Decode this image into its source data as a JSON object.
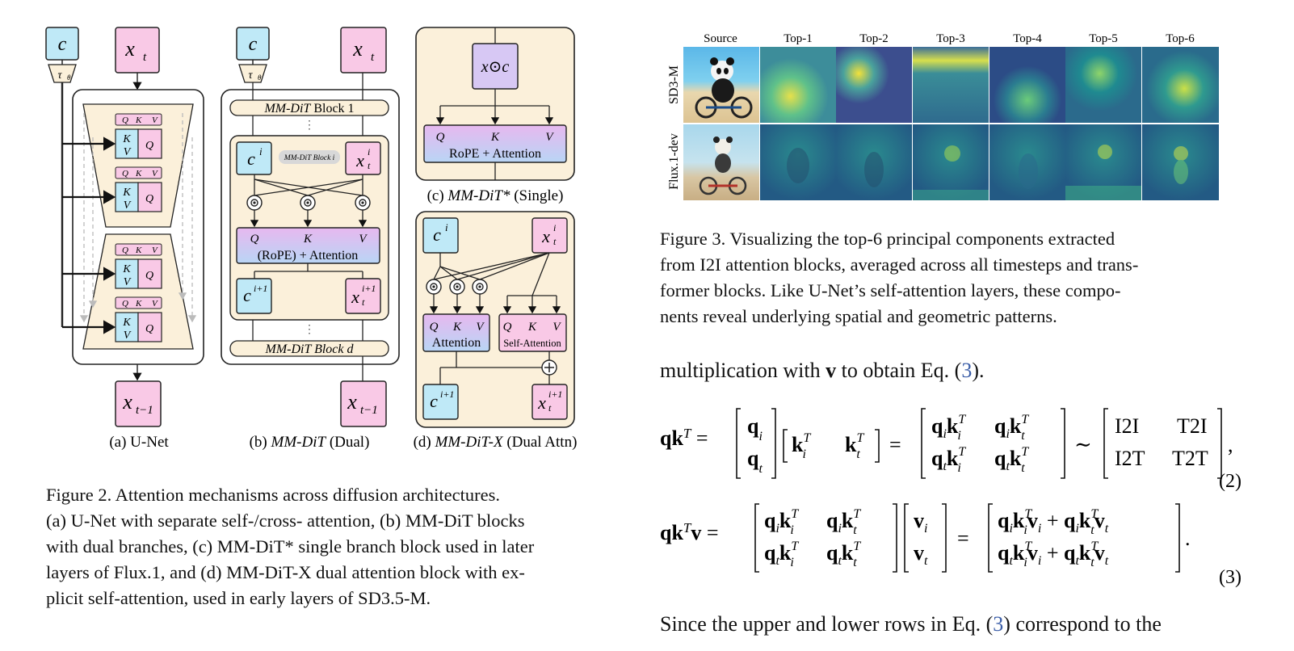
{
  "fig2": {
    "panel_a": {
      "cond": "c",
      "tau": "τ",
      "tau_sub": "θ",
      "xt": "x",
      "xt_sub": "t",
      "xt1_sub": "t−1",
      "qkv": [
        "Q",
        "K",
        "V"
      ],
      "kv_k": "K",
      "kv_v": "V",
      "q": "Q",
      "label_prefix": "(a) ",
      "label": "U-Net"
    },
    "panel_b": {
      "block1": "MM-DiT",
      "block1_suffix": " Block 1",
      "blocki": "MM-DiT Block i",
      "blockd": "MM-DiT",
      "blockd_suffix": " Block d",
      "attn_q": "Q",
      "attn_k": "K",
      "attn_v": "V",
      "attn_label": "(RoPE) + Attention",
      "label_prefix": "(b) ",
      "label": "MM-DiT",
      "label_suffix": " (Dual)"
    },
    "panel_c": {
      "xc": "x⊙c",
      "q": "Q",
      "k": "K",
      "v": "V",
      "attn_label": "RoPE + Attention",
      "label_prefix": "(c) ",
      "label": "MM-DiT*",
      "label_suffix": " (Single)"
    },
    "panel_d": {
      "q": "Q",
      "k": "K",
      "v": "V",
      "attn": "Attention",
      "self_attn": "Self-Attention",
      "label_prefix": "(d) ",
      "label": "MM-DiT-X",
      "label_suffix": " (Dual Attn)"
    },
    "caption_lines": [
      "Figure 2.  Attention mechanisms across diffusion architectures.",
      "(a) U-Net with separate self-/cross- attention, (b) MM-DiT blocks",
      "with dual branches, (c) MM-DiT* single branch block used in later",
      "layers of Flux.1, and (d) MM-DiT-X dual attention block with ex-",
      "plicit self-attention, used in early layers of SD3.5-M."
    ]
  },
  "fig3": {
    "columns": [
      "Source",
      "Top-1",
      "Top-2",
      "Top-3",
      "Top-4",
      "Top-5",
      "Top-6"
    ],
    "rows": [
      "SD3-M",
      "Flux.1-dev"
    ],
    "caption_lines": [
      "Figure 3.  Visualizing the top-6 principal components extracted",
      "from I2I attention blocks, averaged across all timesteps and trans-",
      "former blocks.  Like U-Net’s self-attention layers, these compo-",
      "nents reveal underlying spatial and geometric patterns."
    ]
  },
  "text": {
    "line1_a": "multiplication with ",
    "line1_v": "v",
    "line1_b": " to obtain Eq. (",
    "line1_ref": "3",
    "line1_c": ").",
    "eq2_num": "(2)",
    "eq3_num": "(3)",
    "last_a": "Since the upper and lower rows in Eq. (",
    "last_ref": "3",
    "last_b": ") correspond to the"
  },
  "eq2": {
    "m1": [
      "I2I",
      "T2I"
    ],
    "m2": [
      "I2T",
      "T2T"
    ]
  },
  "colors": {
    "cyan": "#bfe9f7",
    "pink": "#f9c9e6",
    "beige": "#fbf0da",
    "purple": "#d7c8f4",
    "ref": "#3b5ea8"
  }
}
